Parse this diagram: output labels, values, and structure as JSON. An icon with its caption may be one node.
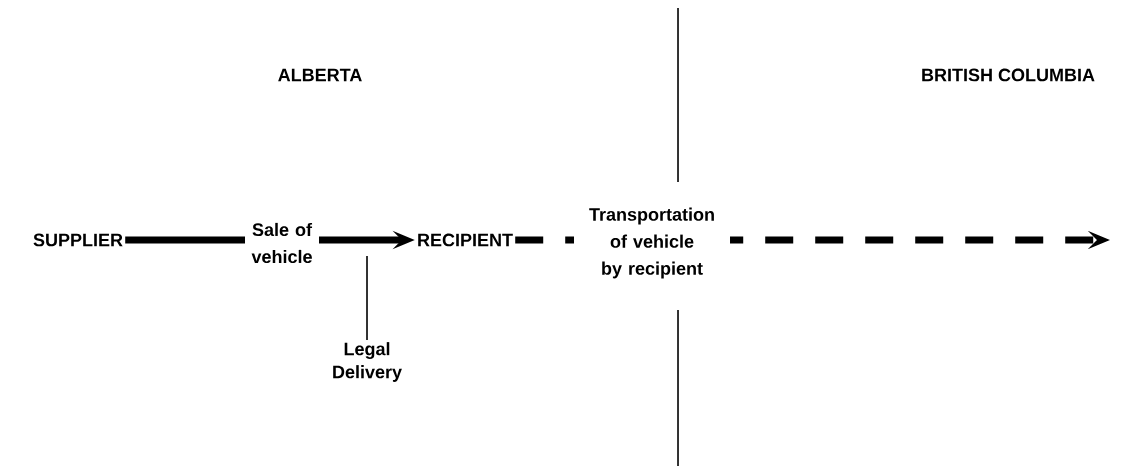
{
  "diagram": {
    "nodes": [
      {
        "text": [
          "SUPPLIER"
        ]
      },
      {
        "text": [
          "RECIPIENT"
        ]
      },
      {
        "text": [
          "Legal Delivery"
        ]
      }
    ],
    "edges": [
      {
        "from": 0,
        "to": 1,
        "arrow": "to",
        "label": "Sale of vehicle"
      },
      {
        "from": 1,
        "to": null,
        "arrow": "to",
        "label": "Transportation of vehicle by recipient",
        "style": "dashed"
      },
      {
        "from": 2,
        "to": null,
        "arrow": "none"
      }
    ],
    "labels": [
      "ALBERTA",
      "BRITISH COLUMBIA"
    ]
  }
}
